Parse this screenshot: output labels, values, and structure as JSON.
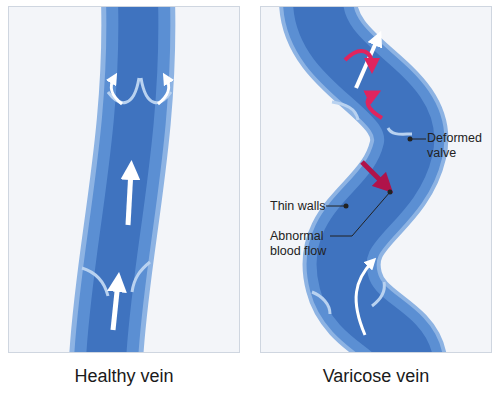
{
  "diagram": {
    "labels": [
      "Deformed valve",
      "Thin walls",
      "Abnormal blood flow",
      "Healthy vein",
      "Varicose vein"
    ]
  }
}
